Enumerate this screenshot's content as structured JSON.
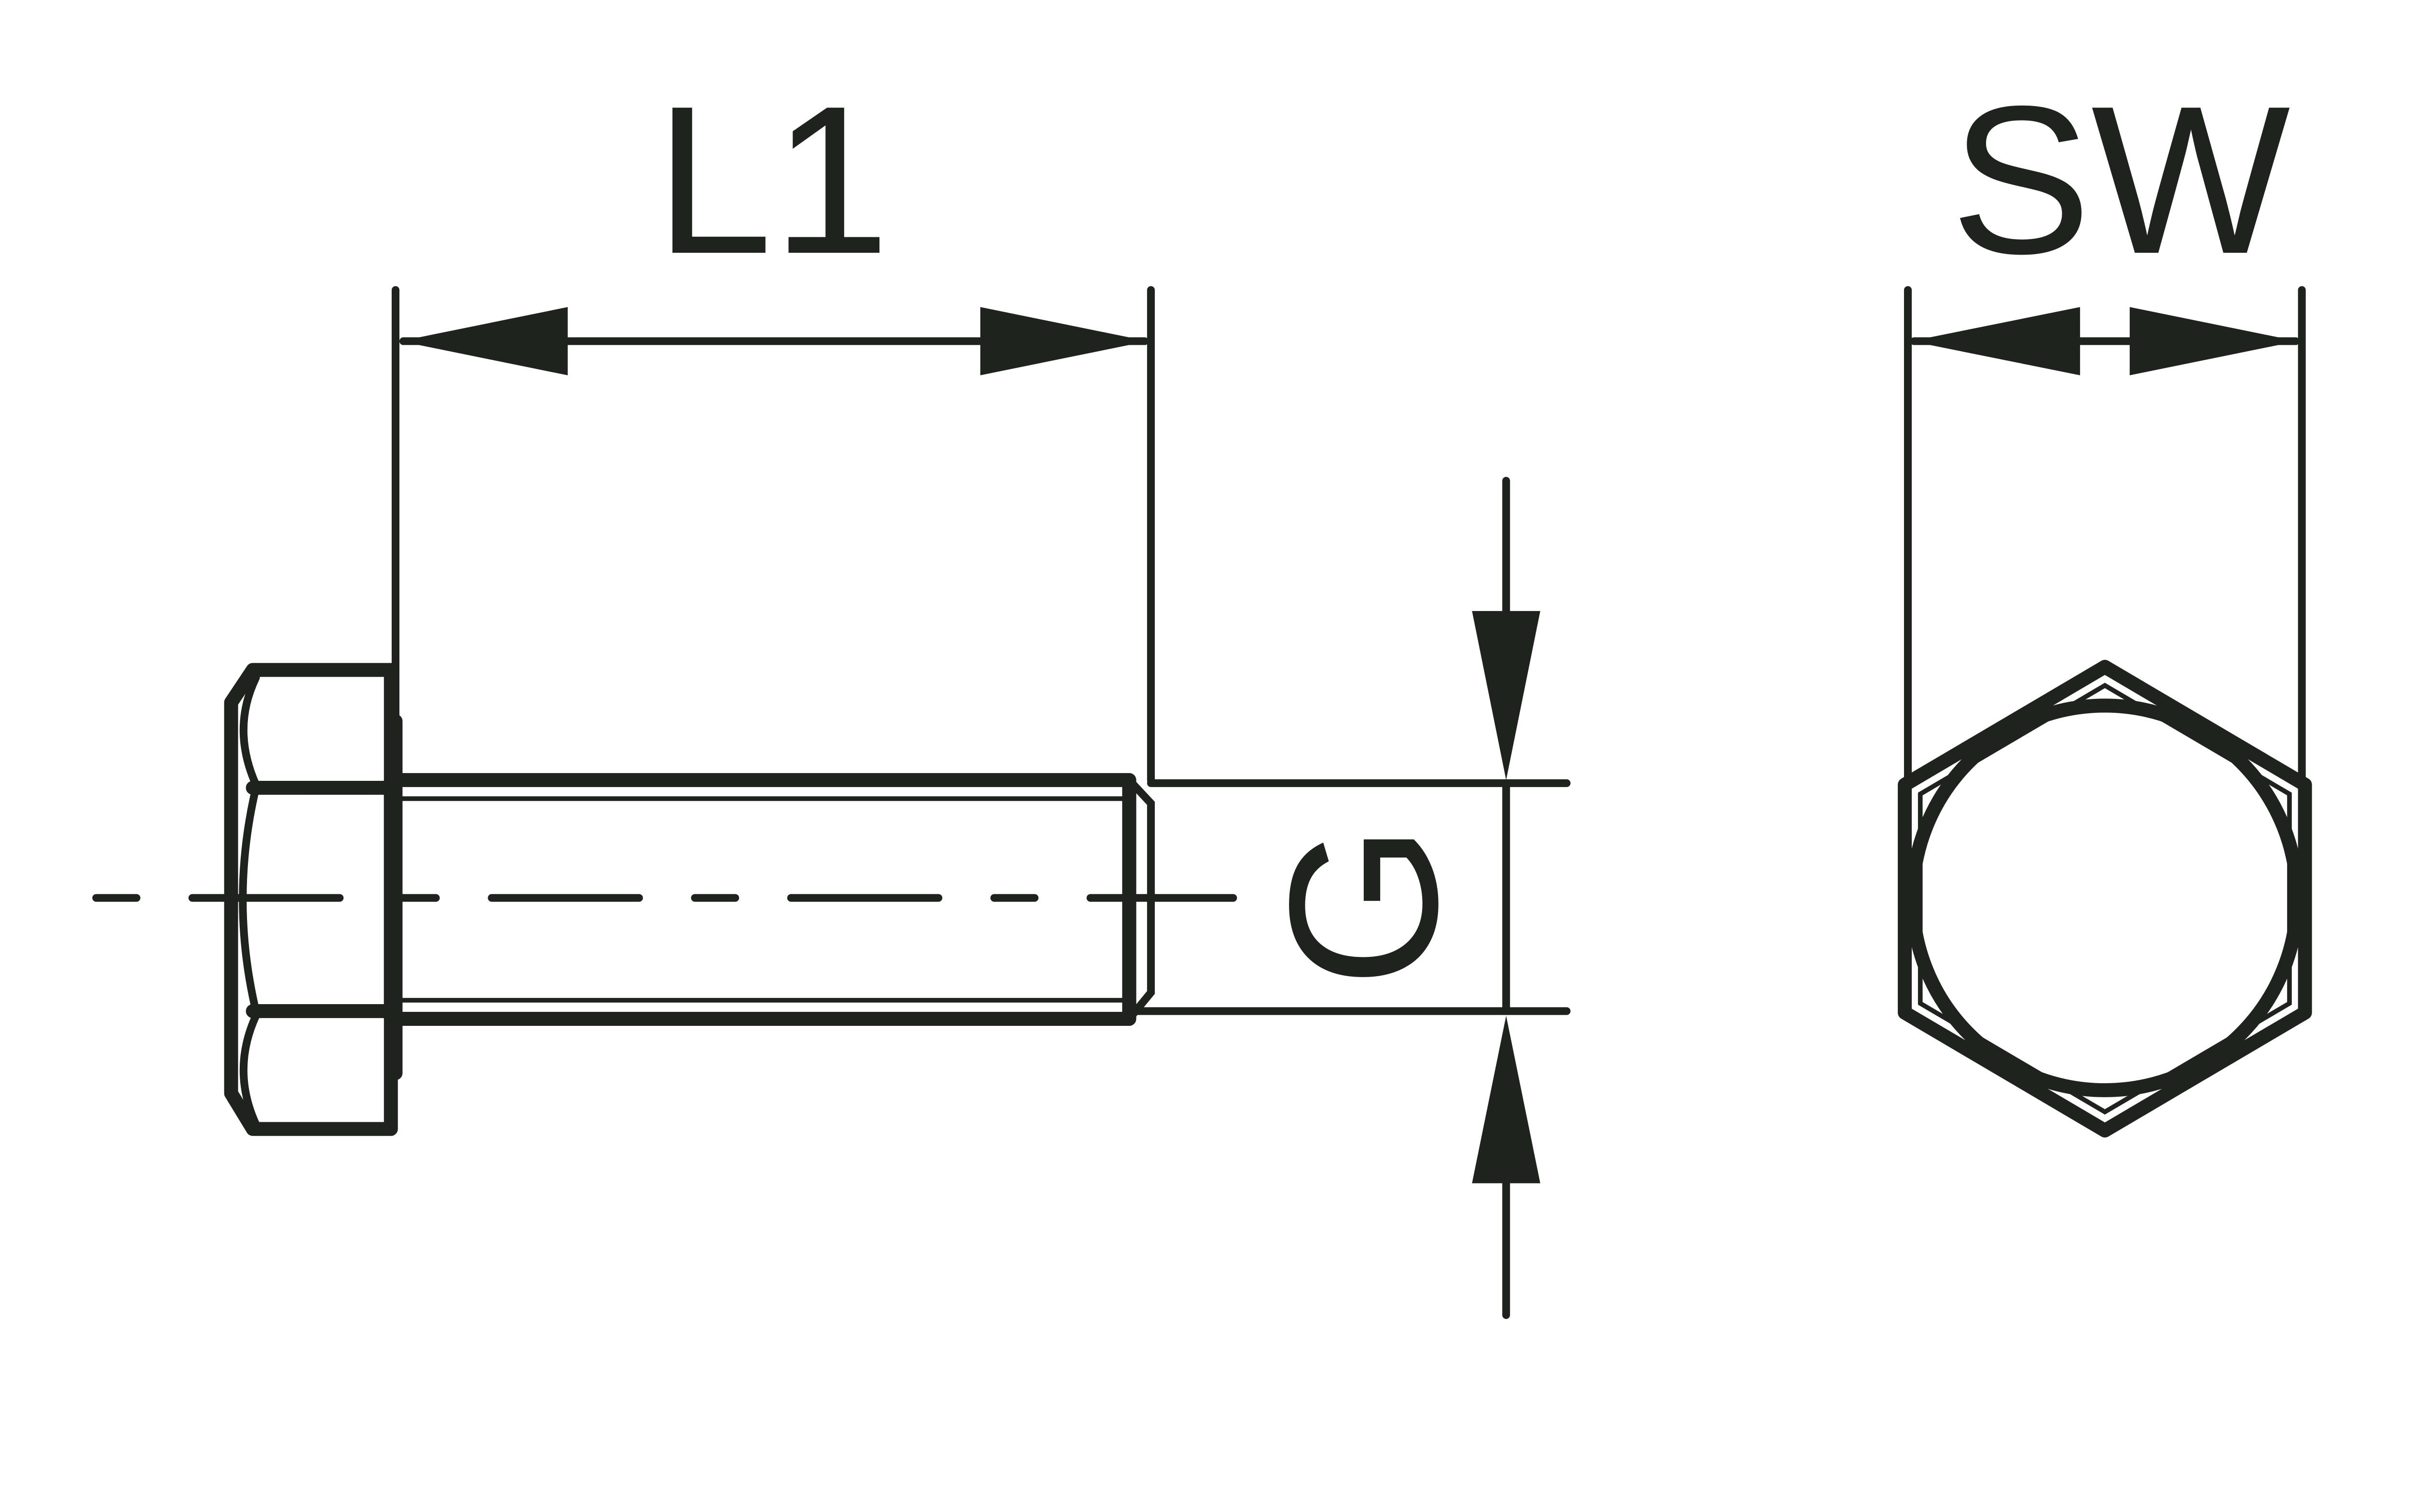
{
  "labels": {
    "length": "L1",
    "wrench_size": "SW",
    "thread": "G"
  },
  "colors": {
    "line": "#1f231e",
    "bolt_fill": "#92d6ee",
    "circle_fill": "#7ccdea",
    "background": "#ffffff"
  }
}
